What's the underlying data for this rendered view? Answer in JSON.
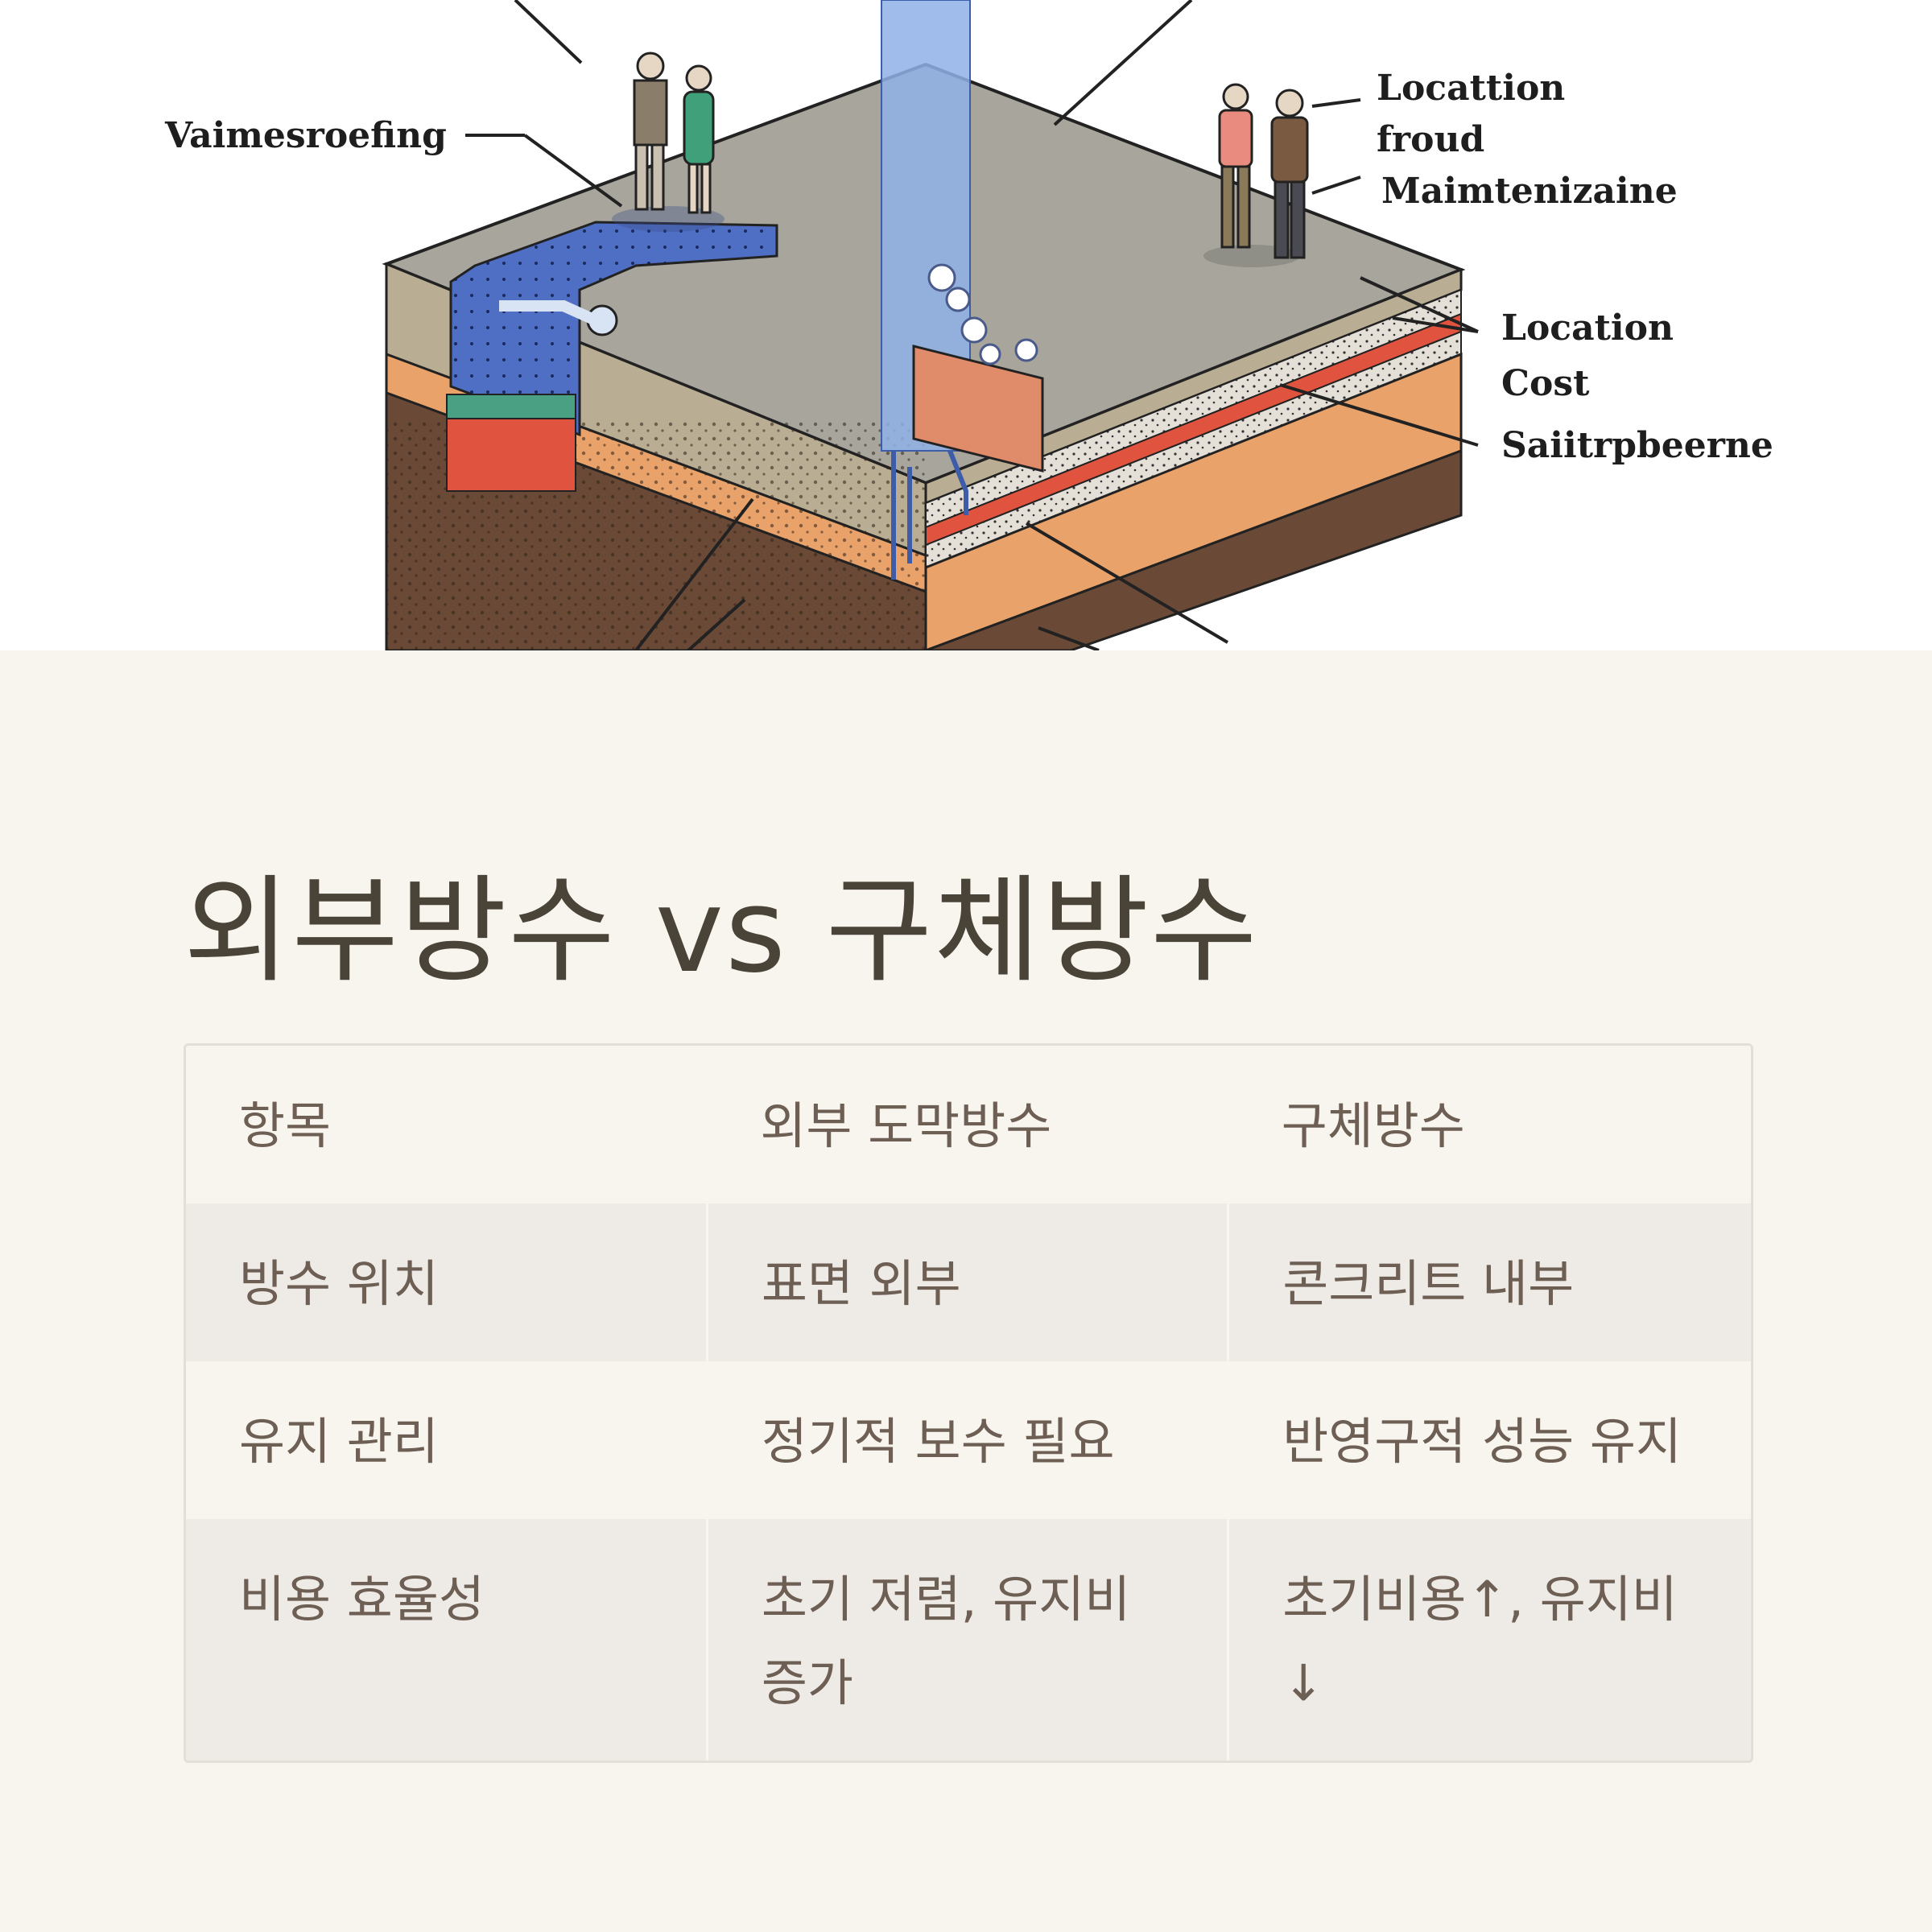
{
  "illustration": {
    "callouts": {
      "left": "Vaimesroefing",
      "right_top_1": "Locattion",
      "right_top_2": "froud",
      "right_top_3": "Maimtenizaine",
      "right_mid_1": "Location",
      "right_mid_2": "Cost",
      "right_mid_3": "Saiitrpbeerne"
    },
    "colors": {
      "slab_top": "#a8a69c",
      "waterproof_blue": "#4f6fc4",
      "orange_layer": "#e8a26a",
      "soil": "#6a4a36",
      "red_layer": "#e0533e",
      "water_column": "#8fb0e6"
    }
  },
  "page": {
    "title": "외부방수 vs 구체방수"
  },
  "table": {
    "headers": [
      "항목",
      "외부 도막방수",
      "구체방수"
    ],
    "rows": [
      [
        "방수 위치",
        "표면 외부",
        "콘크리트 내부"
      ],
      [
        "유지 관리",
        "정기적 보수 필요",
        "반영구적 성능 유지"
      ],
      [
        "비용 효율성",
        "초기 저렴, 유지비 증가",
        "초기비용↑, 유지비 ↓"
      ]
    ]
  }
}
